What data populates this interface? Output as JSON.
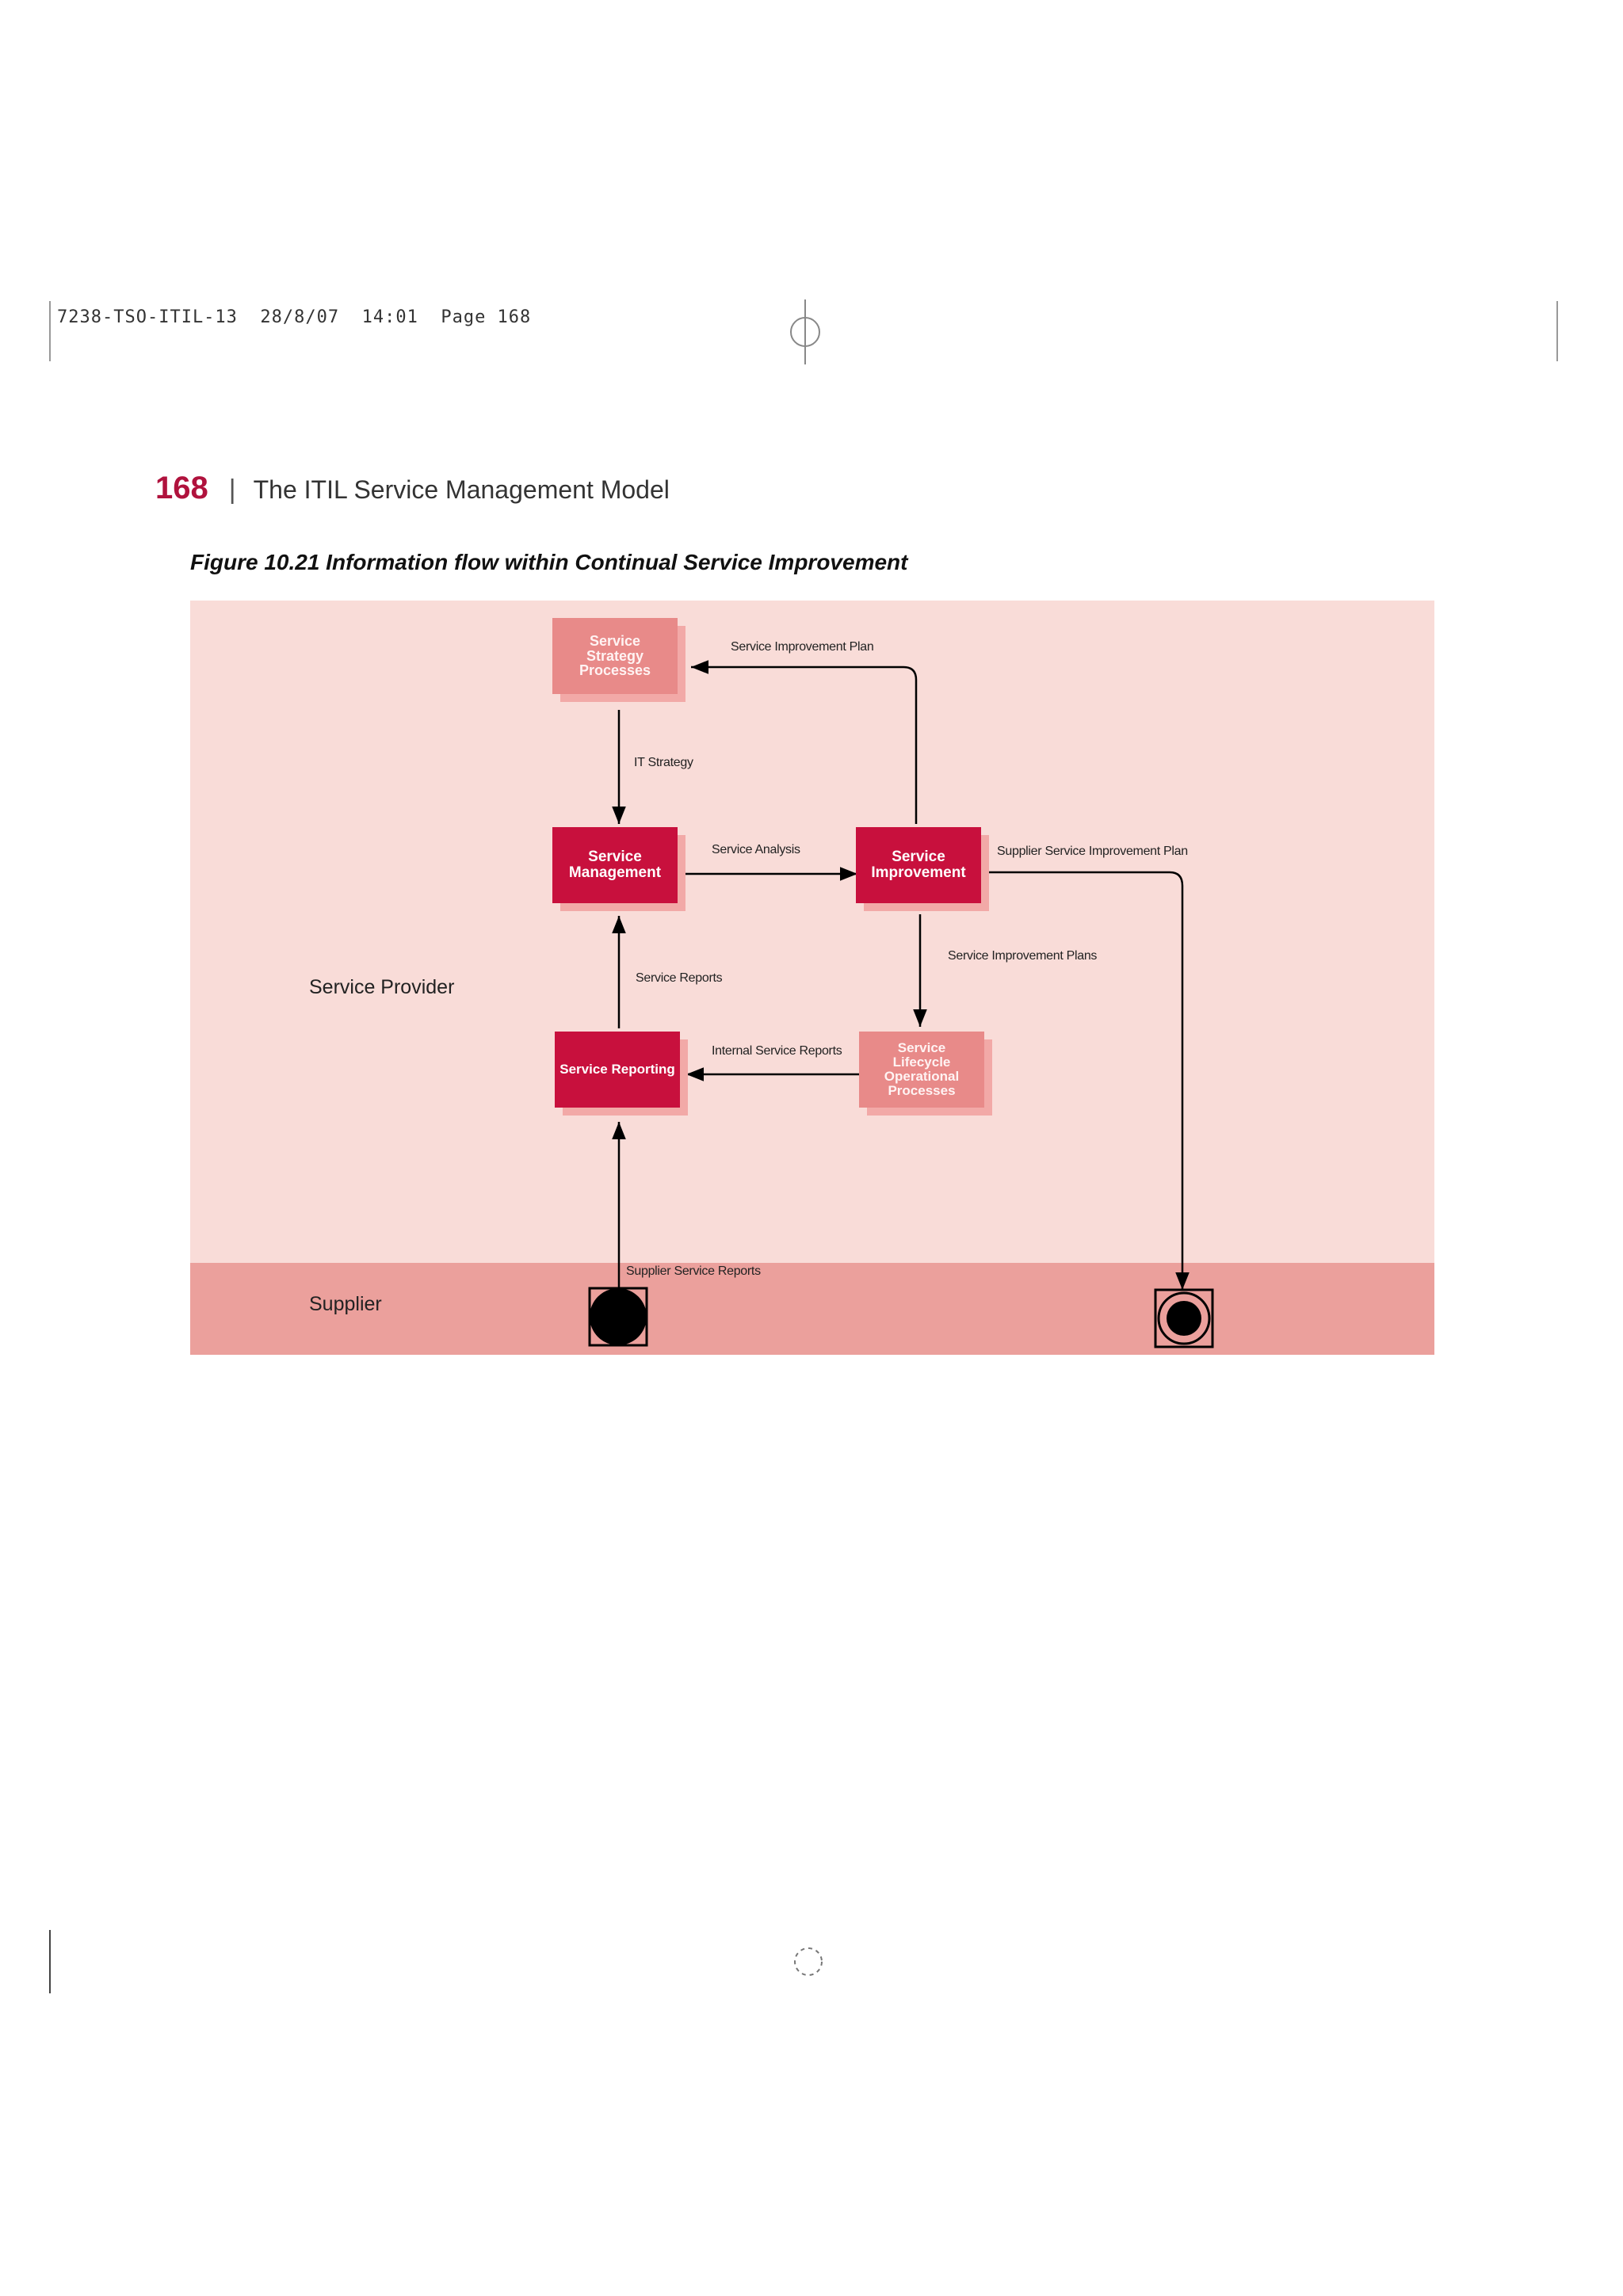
{
  "print_slug": "7238-TSO-ITIL-13  28/8/07  14:01  Page 168",
  "running_head": {
    "page_number": "168",
    "separator": "|",
    "chapter_title": "The ITIL Service Management Model"
  },
  "figure": {
    "caption": "Figure 10.21 Information flow within Continual Service Improvement"
  },
  "zones": {
    "provider": "Service Provider",
    "supplier": "Supplier"
  },
  "nodes": {
    "strategy": [
      "Service",
      "Strategy",
      "Processes"
    ],
    "management": [
      "Service",
      "Management"
    ],
    "improvement": [
      "Service",
      "Improvement"
    ],
    "reporting": [
      "Service Reporting"
    ],
    "lifecycle": [
      "Service",
      "Lifecycle",
      "Operational",
      "Processes"
    ]
  },
  "flows": {
    "improvement_plan": "Service Improvement Plan",
    "it_strategy": "IT Strategy",
    "service_analysis": "Service Analysis",
    "supplier_improvement_plan": "Supplier Service Improvement Plan",
    "improvement_plans": "Service Improvement Plans",
    "service_reports": "Service Reports",
    "internal_reports": "Internal Service Reports",
    "supplier_reports": "Supplier Service Reports"
  },
  "colors": {
    "primary_box": "#c8103d",
    "secondary_box": "#e88a89",
    "provider_zone": "#f9dcd8",
    "supplier_zone": "#eba09c",
    "accent_page_number": "#b0123d"
  }
}
